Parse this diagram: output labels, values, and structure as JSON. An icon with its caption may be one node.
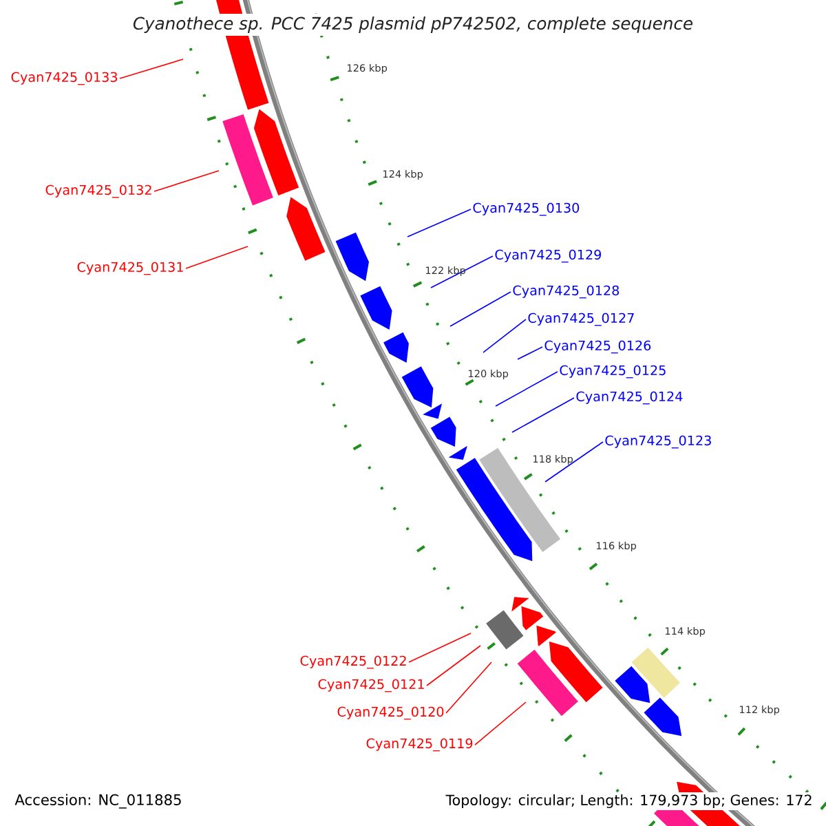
{
  "diagram": {
    "title": "Cyanothece sp. PCC 7425 plasmid pP742502, complete sequence",
    "nodes": [
      {
        "text": [
          "Cyan7425_0133"
        ]
      },
      {
        "text": [
          "Cyan7425_0132"
        ]
      },
      {
        "text": [
          "Cyan7425_0131"
        ]
      },
      {
        "text": [
          "Cyan7425_0130"
        ]
      },
      {
        "text": [
          "Cyan7425_0129"
        ]
      },
      {
        "text": [
          "Cyan7425_0128"
        ]
      },
      {
        "text": [
          "Cyan7425_0127"
        ]
      },
      {
        "text": [
          "Cyan7425_0126"
        ]
      },
      {
        "text": [
          "Cyan7425_0125"
        ]
      },
      {
        "text": [
          "Cyan7425_0124"
        ]
      },
      {
        "text": [
          "Cyan7425_0123"
        ]
      },
      {
        "text": [
          "Cyan7425_0122"
        ]
      },
      {
        "text": [
          "Cyan7425_0121"
        ]
      },
      {
        "text": [
          "Cyan7425_0120"
        ]
      },
      {
        "text": [
          "Cyan7425_0119"
        ]
      }
    ],
    "edges": [
      {
        "from": 0,
        "to": null,
        "arrow": "none",
        "color": "#ff0000"
      },
      {
        "from": 1,
        "to": null,
        "arrow": "none",
        "color": "#ff0000"
      },
      {
        "from": 2,
        "to": null,
        "arrow": "none",
        "color": "#ff0000"
      },
      {
        "from": 3,
        "to": null,
        "arrow": "none"
      },
      {
        "from": 4,
        "to": null,
        "arrow": "none"
      },
      {
        "from": 5,
        "to": null,
        "arrow": "none"
      },
      {
        "from": 6,
        "to": null,
        "arrow": "none"
      },
      {
        "from": 7,
        "to": null,
        "arrow": "none"
      },
      {
        "from": 8,
        "to": null,
        "arrow": "none"
      },
      {
        "from": 9,
        "to": null,
        "arrow": "none"
      },
      {
        "from": 10,
        "to": null,
        "arrow": "none"
      },
      {
        "from": 11,
        "to": null,
        "arrow": "none",
        "color": "#ff0000"
      },
      {
        "from": 12,
        "to": null,
        "arrow": "none",
        "color": "#ff0000"
      },
      {
        "from": 13,
        "to": null,
        "arrow": "none",
        "color": "#ff0000"
      },
      {
        "from": 14,
        "to": null,
        "arrow": "none",
        "color": "#ff0000"
      }
    ],
    "labels": [
      "126 kbp",
      "124 kbp",
      "122 kbp",
      "120 kbp",
      "118 kbp",
      "116 kbp",
      "114 kbp",
      "112 kbp",
      "Accession: NC_011885",
      "Topology: circular; Length: 179,973 bp; Genes: 172"
    ]
  }
}
